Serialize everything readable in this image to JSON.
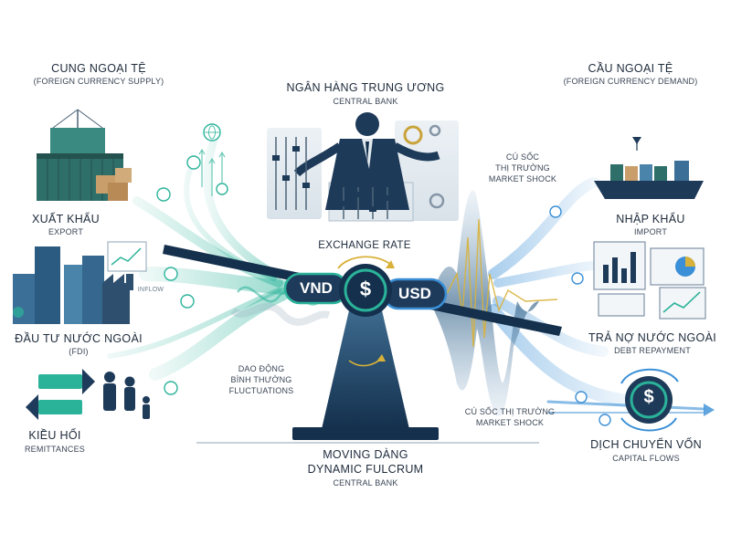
{
  "supply": {
    "title": "CUNG NGOẠI TỆ",
    "subtitle": "(FOREIGN CURRENCY SUPPLY)"
  },
  "demand": {
    "title": "CẦU NGOẠI TỆ",
    "subtitle": "(FOREIGN CURRENCY DEMAND)"
  },
  "central_bank": {
    "title": "NGÂN HÀNG TRUNG ƯƠNG",
    "subtitle": "CENTRAL BANK"
  },
  "export": {
    "title": "XUẤT KHẨU",
    "subtitle": "EXPORT"
  },
  "fdi": {
    "title": "ĐẦU TƯ NƯỚC NGOÀI",
    "subtitle": "(FDI)",
    "inflow_tag": "INFLOW"
  },
  "remittances": {
    "title": "KIỀU HỐI",
    "subtitle": "REMITTANCES"
  },
  "import": {
    "title": "NHẬP KHẨU",
    "subtitle": "IMPORT"
  },
  "debt": {
    "title": "TRẢ NỢ NƯỚC NGOÀI",
    "subtitle": "DEBT REPAYMENT"
  },
  "capital": {
    "title": "DỊCH CHUYỂN VỐN",
    "subtitle": "CAPITAL FLOWS"
  },
  "exchange_rate": "EXCHANGE RATE",
  "vnd": "VND",
  "usd": "USD",
  "shock_top": {
    "line1": "CÚ SỐC",
    "line2": "THỊ TRƯỜNG",
    "line3": "MARKET SHOCK"
  },
  "shock_bottom": {
    "line1": "CÚ SỐC THỊ TRƯỜNG",
    "line2": "MARKET SHOCK"
  },
  "fluctuations": {
    "line1": "DAO ĐỘNG",
    "line2": "BÌNH THƯỜNG",
    "line3": "FLUCTUATIONS"
  },
  "fulcrum": {
    "line1": "MOVING DÀNG",
    "line2": "DYNAMIC FULCRUM",
    "line3": "CENTRAL BANK"
  },
  "currency_symbol": "$",
  "colors": {
    "navy": "#1f3b5c",
    "teal": "#2bb39a",
    "blue": "#3a8fd6"
  }
}
